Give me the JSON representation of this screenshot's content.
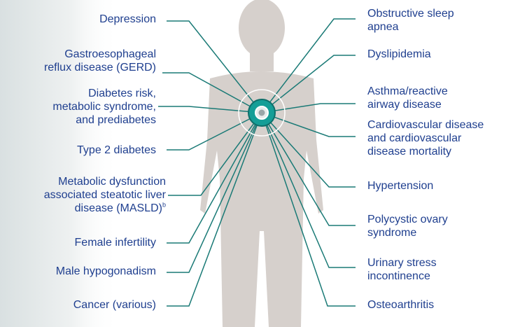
{
  "colors": {
    "label_text": "#1f3f8f",
    "connector_line": "#1a7a76",
    "hub_fill": "#159e97",
    "silhouette": "#d6d0cc",
    "background_left": "#dfe5e6"
  },
  "icons": {
    "hub": "target-circle-icon",
    "figure": "human-silhouette"
  },
  "left_labels": [
    {
      "lines": [
        "Depression"
      ]
    },
    {
      "lines": [
        "Gastroesophageal",
        "reflux disease (GERD)"
      ]
    },
    {
      "lines": [
        "Diabetes risk,",
        "metabolic syndrome,",
        "and prediabetes"
      ]
    },
    {
      "lines": [
        "Type 2 diabetes"
      ]
    },
    {
      "lines": [
        "Metabolic dysfunction",
        "associated steatotic liver",
        "disease (MASLD)"
      ],
      "footnote": "b"
    },
    {
      "lines": [
        "Female infertility"
      ]
    },
    {
      "lines": [
        "Male hypogonadism"
      ]
    },
    {
      "lines": [
        "Cancer (various)"
      ]
    }
  ],
  "right_labels": [
    {
      "lines": [
        "Obstructive sleep",
        "apnea"
      ]
    },
    {
      "lines": [
        "Dyslipidemia"
      ]
    },
    {
      "lines": [
        "Asthma/reactive",
        "airway disease"
      ]
    },
    {
      "lines": [
        "Cardiovascular disease",
        "and cardiovascular",
        "disease mortality"
      ]
    },
    {
      "lines": [
        "Hypertension"
      ]
    },
    {
      "lines": [
        "Polycystic ovary",
        "syndrome"
      ]
    },
    {
      "lines": [
        "Urinary stress",
        "incontinence"
      ]
    },
    {
      "lines": [
        "Osteoarthritis"
      ]
    }
  ]
}
